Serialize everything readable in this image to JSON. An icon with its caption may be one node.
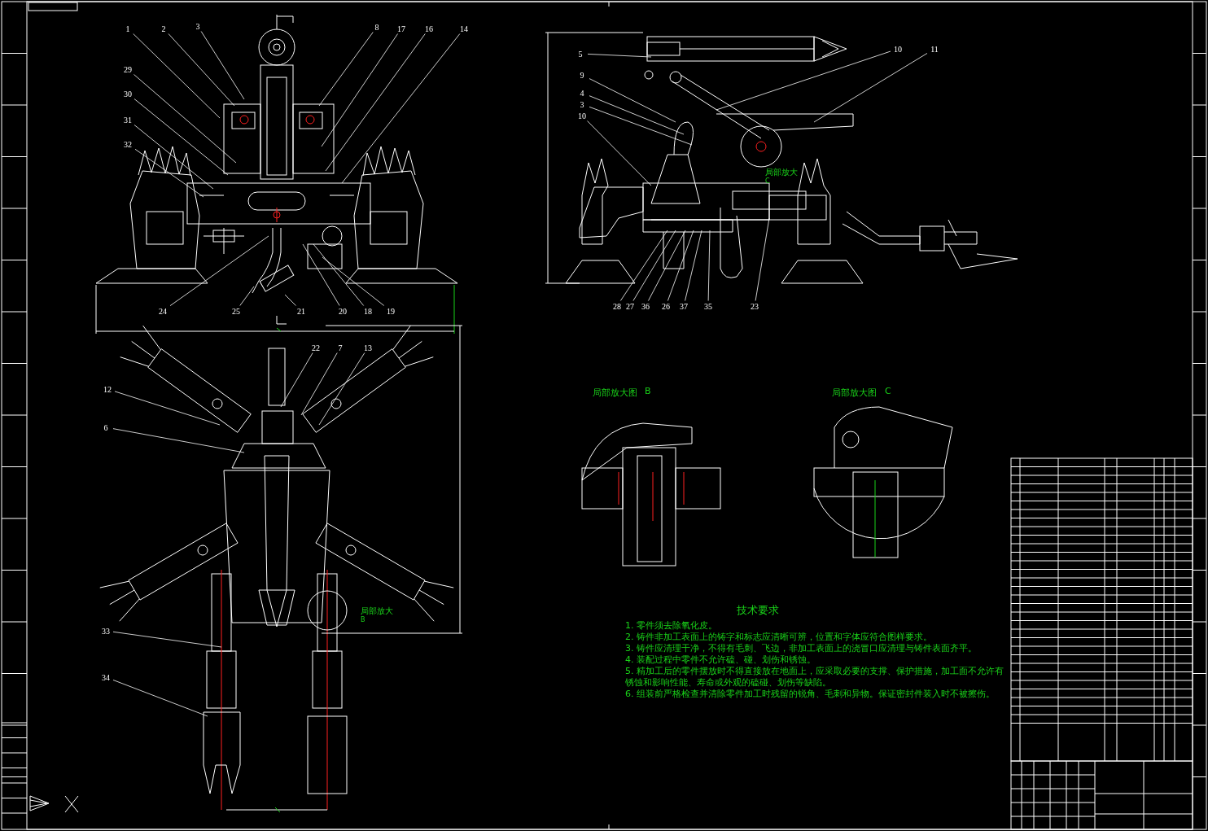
{
  "diagram": {
    "nodes": [
      {
        "text": [
          "1"
        ]
      },
      {
        "text": [
          "2"
        ]
      },
      {
        "text": [
          "3"
        ]
      },
      {
        "text": [
          "8"
        ]
      },
      {
        "text": [
          "17"
        ]
      },
      {
        "text": [
          "16"
        ]
      },
      {
        "text": [
          "14"
        ]
      },
      {
        "text": [
          "29"
        ]
      },
      {
        "text": [
          "30"
        ]
      },
      {
        "text": [
          "31"
        ]
      },
      {
        "text": [
          "32"
        ]
      },
      {
        "text": [
          "24"
        ]
      },
      {
        "text": [
          "25"
        ]
      },
      {
        "text": [
          "21"
        ]
      },
      {
        "text": [
          "20"
        ]
      },
      {
        "text": [
          "18"
        ]
      },
      {
        "text": [
          "19"
        ]
      },
      {
        "text": [
          "5"
        ]
      },
      {
        "text": [
          "9"
        ]
      },
      {
        "text": [
          "4"
        ]
      },
      {
        "text": [
          "3"
        ]
      },
      {
        "text": [
          "10"
        ]
      },
      {
        "text": [
          "10"
        ]
      },
      {
        "text": [
          "11"
        ]
      },
      {
        "text": [
          "28"
        ]
      },
      {
        "text": [
          "27"
        ]
      },
      {
        "text": [
          "36"
        ]
      },
      {
        "text": [
          "26"
        ]
      },
      {
        "text": [
          "37"
        ]
      },
      {
        "text": [
          "35"
        ]
      },
      {
        "text": [
          "23"
        ]
      },
      {
        "text": [
          "12"
        ]
      },
      {
        "text": [
          "6"
        ]
      },
      {
        "text": [
          "22"
        ]
      },
      {
        "text": [
          "7"
        ]
      },
      {
        "text": [
          "13"
        ]
      },
      {
        "text": [
          "33"
        ]
      },
      {
        "text": [
          "34"
        ]
      }
    ],
    "edges": [
      {
        "from": 0,
        "to": null,
        "arrow": "none"
      },
      {
        "from": 1,
        "to": null,
        "arrow": "none"
      },
      {
        "from": 2,
        "to": null,
        "arrow": "none"
      },
      {
        "from": 3,
        "to": null,
        "arrow": "none"
      },
      {
        "from": 4,
        "to": null,
        "arrow": "none"
      },
      {
        "from": 5,
        "to": null,
        "arrow": "none"
      },
      {
        "from": 6,
        "to": null,
        "arrow": "none"
      },
      {
        "from": 7,
        "to": null,
        "arrow": "none"
      },
      {
        "from": 8,
        "to": null,
        "arrow": "none"
      },
      {
        "from": 9,
        "to": null,
        "arrow": "none"
      },
      {
        "from": 10,
        "to": null,
        "arrow": "none"
      },
      {
        "from": 11,
        "to": null,
        "arrow": "none"
      },
      {
        "from": 12,
        "to": null,
        "arrow": "none"
      },
      {
        "from": 13,
        "to": null,
        "arrow": "none"
      },
      {
        "from": 14,
        "to": null,
        "arrow": "none"
      },
      {
        "from": 15,
        "to": null,
        "arrow": "none"
      },
      {
        "from": 16,
        "to": null,
        "arrow": "none"
      },
      {
        "from": 17,
        "to": null,
        "arrow": "none"
      },
      {
        "from": 18,
        "to": null,
        "arrow": "none"
      },
      {
        "from": 19,
        "to": null,
        "arrow": "none"
      },
      {
        "from": 20,
        "to": null,
        "arrow": "none"
      },
      {
        "from": 21,
        "to": null,
        "arrow": "none"
      },
      {
        "from": 22,
        "to": null,
        "arrow": "none"
      },
      {
        "from": 23,
        "to": null,
        "arrow": "none"
      },
      {
        "from": 24,
        "to": null,
        "arrow": "none"
      },
      {
        "from": 25,
        "to": null,
        "arrow": "none"
      },
      {
        "from": 26,
        "to": null,
        "arrow": "none"
      },
      {
        "from": 27,
        "to": null,
        "arrow": "none"
      },
      {
        "from": 28,
        "to": null,
        "arrow": "none"
      },
      {
        "from": 29,
        "to": null,
        "arrow": "none"
      },
      {
        "from": 30,
        "to": null,
        "arrow": "none"
      },
      {
        "from": 31,
        "to": null,
        "arrow": "none"
      },
      {
        "from": 32,
        "to": null,
        "arrow": "none"
      },
      {
        "from": 33,
        "to": null,
        "arrow": "none"
      },
      {
        "from": 34,
        "to": null,
        "arrow": "none"
      },
      {
        "from": 35,
        "to": null,
        "arrow": "none"
      },
      {
        "from": 36,
        "to": null,
        "arrow": "none"
      },
      {
        "from": 37,
        "to": null,
        "arrow": "none"
      }
    ],
    "labels": [
      "局部放大",
      "C",
      "局部放大图",
      "B",
      "局部放大图",
      "C",
      "局部放大",
      "B",
      "技术要求",
      "1. 零件须去除氧化皮。",
      "2. 铸件非加工表面上的铸字和标志应清晰可辨，位置和字体应符合图样要求。",
      "3. 铸件应清理干净，不得有毛刺、飞边，非加工表面上的浇冒口应清理与铸件表面齐平。",
      "4. 装配过程中零件不允许磕、碰、划伤和锈蚀。",
      "5. 精加工后的零件摆放时不得直接放在地面上，应采取必要的支撑、保护措施，加工面不允许有锈蚀和影响性能、寿命或外观的磕碰、划伤等缺陷。",
      "6. 组装前严格检查并清除零件加工时残留的锐角、毛刺和异物。保证密封件装入时不被擦伤。"
    ]
  }
}
